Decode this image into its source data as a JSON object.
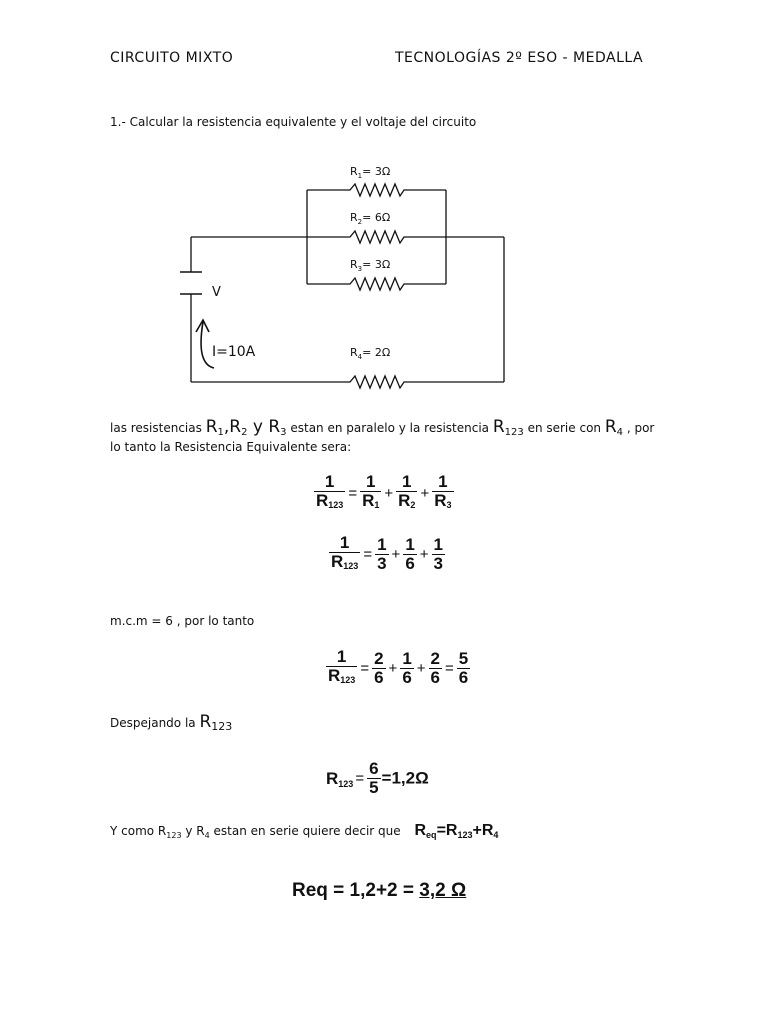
{
  "header": {
    "left": "CIRCUITO MIXTO",
    "right": "TECNOLOGÍAS 2º ESO - MEDALLA"
  },
  "problem": "1.- Calcular la resistencia equivalente y el voltaje del circuito",
  "circuit": {
    "r1": {
      "name": "R",
      "sub": "1",
      "value": "= 3Ω"
    },
    "r2": {
      "name": "R",
      "sub": "2",
      "value": "= 6Ω"
    },
    "r3": {
      "name": "R",
      "sub": "3",
      "value": "= 3Ω"
    },
    "r4": {
      "name": "R",
      "sub": "4",
      "value": "= 2Ω"
    },
    "voltage": "V",
    "current": "I=10A"
  },
  "explanation": {
    "p1": "las resistencias ",
    "r1": "R",
    "r1sub": "1",
    "comma": ",",
    "r2": "R",
    "r2sub": "2",
    "y": " y ",
    "r3": "R",
    "r3sub": "3",
    "p2": " estan en paralelo y la resistencia ",
    "r123": "R",
    "r123sub": "123",
    "p3": " en serie con ",
    "r4": "R",
    "r4sub": "4",
    "p4": " , por",
    "line2": "lo tanto la Resistencia Equivalente sera:"
  },
  "eq1": {
    "lhs_num": "1",
    "lhs_den": "R",
    "lhs_den_sub": "123",
    "eq": "=",
    "t1_num": "1",
    "t1_den": "R",
    "t1_sub": "1",
    "plus": "+",
    "t2_num": "1",
    "t2_den": "R",
    "t2_sub": "2",
    "t3_num": "1",
    "t3_den": "R",
    "t3_sub": "3"
  },
  "eq2": {
    "lhs_num": "1",
    "lhs_den": "R",
    "lhs_den_sub": "123",
    "t1_num": "1",
    "t1_den": "3",
    "t2_num": "1",
    "t2_den": "6",
    "t3_num": "1",
    "t3_den": "3"
  },
  "mcm": "m.c.m = 6 , por lo tanto",
  "eq3": {
    "lhs_num": "1",
    "lhs_den": "R",
    "lhs_den_sub": "123",
    "t1_num": "2",
    "t1_den": "6",
    "t2_num": "1",
    "t2_den": "6",
    "t3_num": "2",
    "t3_den": "6",
    "res_num": "5",
    "res_den": "6"
  },
  "despejando": {
    "text": "Despejando la ",
    "r": "R",
    "sub": "123"
  },
  "eq4": {
    "lhs": "R",
    "lhs_sub": "123",
    "num": "6",
    "den": "5",
    "rhs": "=1,2Ω"
  },
  "serie": {
    "p1": "Y como R",
    "s1": "123",
    "p2": " y R",
    "s2": "4",
    "p3": " estan en serie quiere decir que",
    "req": "R",
    "req_sub": "eq",
    "mid": "=R",
    "mid_sub": "123",
    "end": "+R",
    "end_sub": "4"
  },
  "final": {
    "prefix": "Req = 1,2+2 = ",
    "result": "3,2 Ω"
  }
}
